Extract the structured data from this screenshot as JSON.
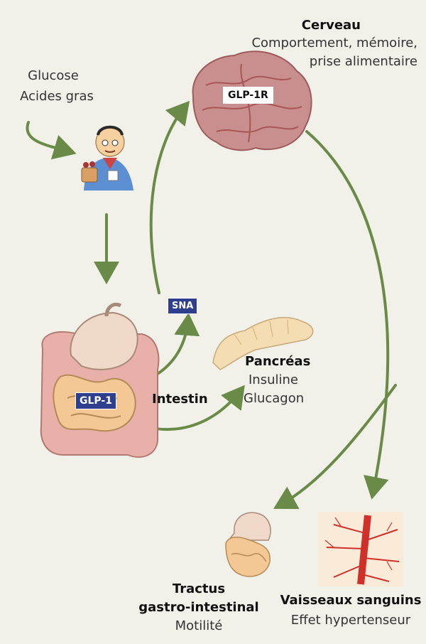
{
  "inputs": {
    "line1": "Glucose",
    "line2": "Acides gras"
  },
  "brain": {
    "title": "Cerveau",
    "line1": "Comportement, mémoire,",
    "line2": "prise alimentaire",
    "receptor": "GLP-1R"
  },
  "sna": "SNA",
  "intestine": {
    "label": "Intestin",
    "hormone": "GLP-1"
  },
  "pancreas": {
    "title": "Pancréas",
    "line1": "Insuline",
    "line2": "Glucagon"
  },
  "gi_tract": {
    "line1": "Tractus",
    "line2": "gastro-intestinal",
    "line3": "Motilité"
  },
  "vessels": {
    "title": "Vaisseaux sanguins",
    "line1": "Effet hypertenseur"
  },
  "colors": {
    "arrow": "#6a8a48",
    "tag": "#2f3f8f",
    "brain": "#c98f8f",
    "intestine": "#f3c895",
    "pancreas": "#f5ddb3",
    "vessel": "#d0302a"
  }
}
